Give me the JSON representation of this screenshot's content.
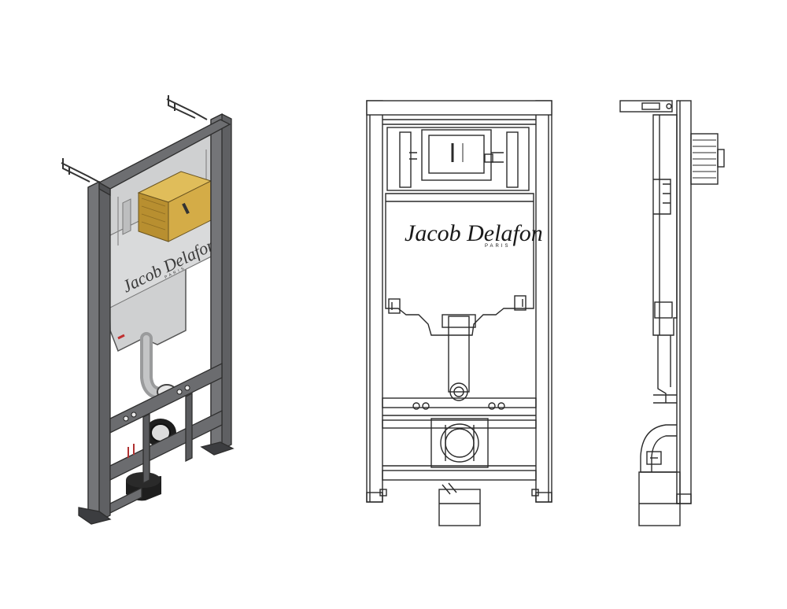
{
  "brand": {
    "signature": "Jacob Delafon",
    "subline": "PARIS"
  },
  "views": [
    {
      "id": "isometric",
      "kind": "3d-render"
    },
    {
      "id": "front",
      "kind": "line-drawing"
    },
    {
      "id": "side",
      "kind": "line-drawing"
    }
  ],
  "colors": {
    "background": "#ffffff",
    "frame_steel": "#5f6063",
    "tank_grey": "#cfd0d1",
    "cistern_gold": "#c9a441",
    "pipe_dark": "#1e1e1e",
    "line": "#2a2a2a"
  }
}
